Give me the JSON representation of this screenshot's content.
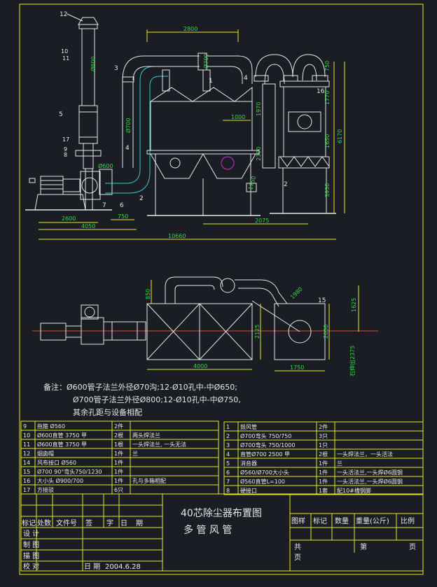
{
  "dims": {
    "top_2800": "2800",
    "left_2600": "2600",
    "left_4050": "4050",
    "bottom_10660": "10660",
    "d_750": "750",
    "d_2075": "2075",
    "d_1000": "1000",
    "d_1970": "1970",
    "d_1650": "1650",
    "d_3930": "3930",
    "d_1750": "1750",
    "d_6170": "6170",
    "d_1770": "1770",
    "d_2300": "2300",
    "d_dia_left": "Ø800",
    "d_dia_top": "Ø700",
    "d_dia_side": "Ø700",
    "d_dia_small": "Ø600",
    "d_plan_850": "850",
    "d_plan_1980": "1980",
    "d_plan_1625": "1625",
    "d_plan_2125": "2125",
    "d_plan_2050": "2050",
    "d_plan_4000": "4000",
    "d_plan_1750": "1750",
    "d_plan_2375": "石伸出2375"
  },
  "labels": {
    "n12": "12",
    "n10": "10",
    "n11": "11",
    "n3": "3",
    "n5": "5",
    "n17": "17",
    "n9": "9",
    "n8": "8",
    "n4": "4",
    "n7": "7",
    "n6": "6",
    "n2": "2",
    "n1": "1",
    "n4b": "4",
    "n16": "16",
    "n2b": "2",
    "n15": "15"
  },
  "notes": {
    "line1": "备注：Ø600管子法兰外径Ø70沟;12-Ø10孔中-中Ø650;",
    "line2": "Ø700管子法兰外径Ø800;12-Ø10孔中-中Ø750,",
    "line3": "其余孔距与设备相配"
  },
  "parts_left": [
    {
      "no": "9",
      "name": "拖箍  Ø560",
      "qty": "2件",
      "remark": ""
    },
    {
      "no": "10",
      "name": "Ø600直管  3750 甲",
      "qty": "2根",
      "remark": "两头焊法兰"
    },
    {
      "no": "11",
      "name": "Ø600直管  3750 甲",
      "qty": "1根",
      "remark": "一头焊法兰, 一头无法"
    },
    {
      "no": "12",
      "name": "烟囱帽",
      "qty": "1件",
      "remark": "兰"
    },
    {
      "no": "14",
      "name": "风布接口 Ø560",
      "qty": "1件",
      "remark": ""
    },
    {
      "no": "15",
      "name": "Ø700 90°弯头750/1230",
      "qty": "1件",
      "remark": ""
    },
    {
      "no": "16",
      "name": "大小头  Ø900/700",
      "qty": "1件",
      "remark": "孔与多箱相配"
    },
    {
      "no": "17",
      "name": "方接驳",
      "qty": "6只",
      "remark": ""
    }
  ],
  "parts_right": [
    {
      "no": "1",
      "name": "鼓风管",
      "qty": "2件",
      "remark": ""
    },
    {
      "no": "2",
      "name": "Ø700弯头  750/750",
      "qty": "3只",
      "remark": ""
    },
    {
      "no": "3",
      "name": "Ø700弯头  750/1000",
      "qty": "1只",
      "remark": ""
    },
    {
      "no": "4",
      "name": "直管Ø700  2500 甲",
      "qty": "2根",
      "remark": "一头焊法兰，一头活法"
    },
    {
      "no": "5",
      "name": "消音器",
      "qty": "1件",
      "remark": "兰"
    },
    {
      "no": "6",
      "name": "Ø560/Ø700大小头",
      "qty": "1件",
      "remark": "一头活法兰,一头焊Ø6圆钢"
    },
    {
      "no": "7",
      "name": "Ø560直管L=100",
      "qty": "1件",
      "remark": "一头活法兰,一头焊Ø6圆钢"
    },
    {
      "no": "8",
      "name": "硬接口",
      "qty": "1套",
      "remark": "配10#槽钢脚"
    }
  ],
  "title_block": {
    "title1": "40芯除尘器布置图",
    "title2": "多 管 风 管",
    "h_mark": "标记",
    "h_place": "处数",
    "h_file": "文件号",
    "h_sign": "签",
    "h_word": "字",
    "h_date": "日",
    "h_period": "期",
    "r_design": "设  计",
    "r_draw": "制  图",
    "r_trace": "描  图",
    "r_check": "校  对",
    "date_label": "日  期",
    "date_value": "2004.6.28",
    "h_pattern": "图样",
    "h_mark2": "标记",
    "h_qty": "数量",
    "h_weight": "重量(公斤)",
    "h_scale": "比例",
    "total": "共",
    "page": "页",
    "sheet_no": "第",
    "page2": "页"
  }
}
